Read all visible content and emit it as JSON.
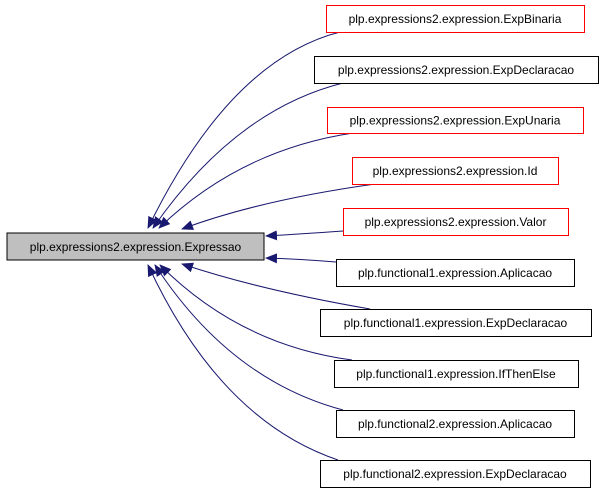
{
  "diagram": {
    "base_class": {
      "label": "plp.expressions2.expression.Expressao",
      "fill": "#bfbfbf",
      "border": "#000000"
    },
    "derived_classes": [
      {
        "label": "plp.expressions2.expression.ExpBinaria",
        "border": "#ff0000"
      },
      {
        "label": "plp.expressions2.expression.ExpDeclaracao",
        "border": "#000000"
      },
      {
        "label": "plp.expressions2.expression.ExpUnaria",
        "border": "#ff0000"
      },
      {
        "label": "plp.expressions2.expression.Id",
        "border": "#ff0000"
      },
      {
        "label": "plp.expressions2.expression.Valor",
        "border": "#ff0000"
      },
      {
        "label": "plp.functional1.expression.Aplicacao",
        "border": "#000000"
      },
      {
        "label": "plp.functional1.expression.ExpDeclaracao",
        "border": "#000000"
      },
      {
        "label": "plp.functional1.expression.IfThenElse",
        "border": "#000000"
      },
      {
        "label": "plp.functional2.expression.Aplicacao",
        "border": "#000000"
      },
      {
        "label": "plp.functional2.expression.ExpDeclaracao",
        "border": "#000000"
      }
    ],
    "edge_color": "#191970"
  }
}
